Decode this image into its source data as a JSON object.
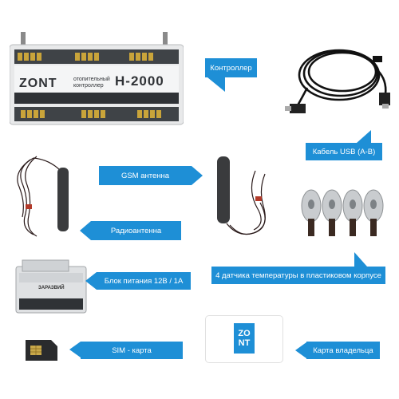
{
  "colors": {
    "accent": "#1e8fd6",
    "background": "#ffffff"
  },
  "labels": {
    "controller": "Контроллер",
    "usb_cable": "Кабель USB (A-B)",
    "gsm_antenna": "GSM антенна",
    "radio_antenna": "Радиоантенна",
    "power_supply": "Блок питания 12В / 1А",
    "temp_sensors": "4 датчика температуры в пластиковом корпусе",
    "sim_card": "SIM - карта",
    "owner_card": "Карта владельца"
  },
  "device": {
    "brand": "ZONT",
    "subtitle_line1": "отопительный",
    "subtitle_line2": "контроллер",
    "model": "H-2000"
  },
  "power_supply_brand": "ЗАРАЗВИЙ",
  "owner_card_logo": [
    "ZO",
    "NT"
  ]
}
